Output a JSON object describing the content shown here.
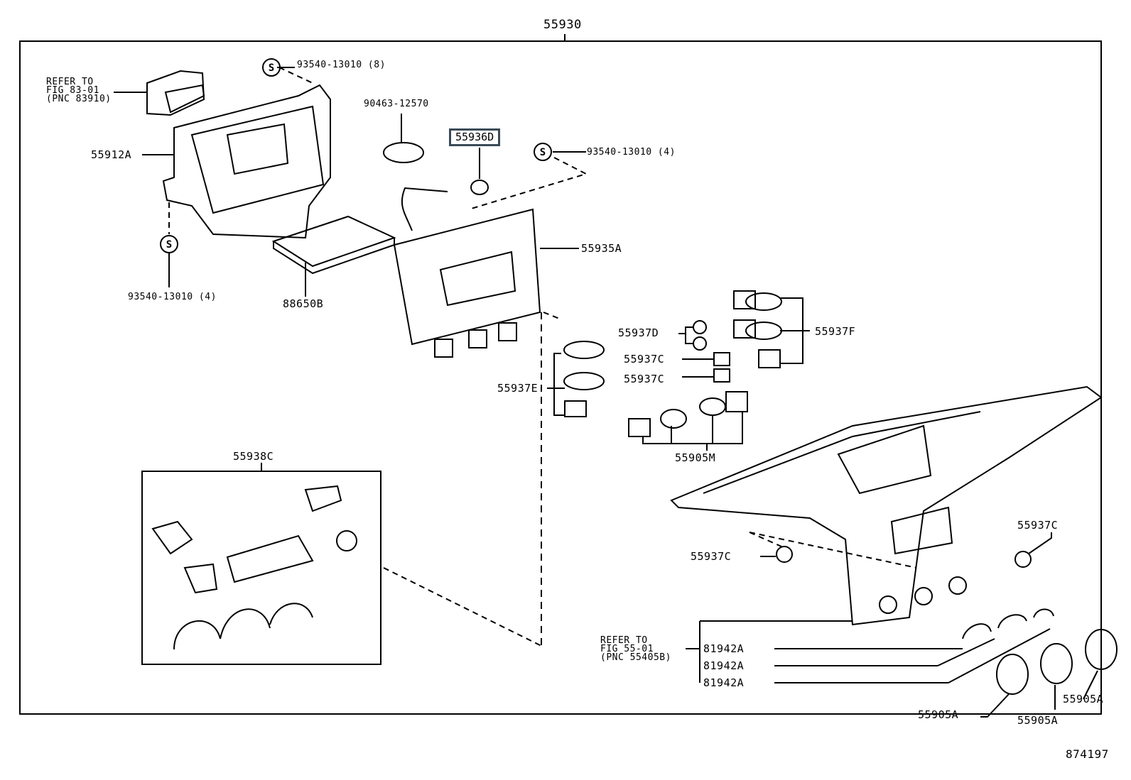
{
  "assembly": {
    "part_number": "55930"
  },
  "figure_id": "874197",
  "labels": {
    "refer_fig_83": [
      "REFER TO",
      "FIG 83-01",
      "(PNC 83910)"
    ],
    "refer_fig_55": [
      "REFER TO",
      "FIG 55-01",
      "(PNC 55405B)"
    ],
    "screw_top": "93540-13010 (8)",
    "screw_right": "93540-13010 (4)",
    "screw_left": "93540-13010 (4)",
    "clip": "90463-12570",
    "highlighted": "55936D",
    "bracket": "55912A",
    "circuit_board": "88650B",
    "plate": "55935A",
    "bulb_d": "55937D",
    "bulb_c1": "55937C",
    "bulb_c2": "55937C",
    "knob_f": "55937F",
    "knob_e": "55937E",
    "knob_m": "55905M",
    "lever_set": "55938C",
    "bulb_c3": "55937C",
    "bulb_c4": "55937C",
    "bezel_1": "81942A",
    "bezel_2": "81942A",
    "bezel_3": "81942A",
    "knob_a1": "55905A",
    "knob_a2": "55905A",
    "knob_a3": "55905A",
    "screw_symbol": "S"
  }
}
